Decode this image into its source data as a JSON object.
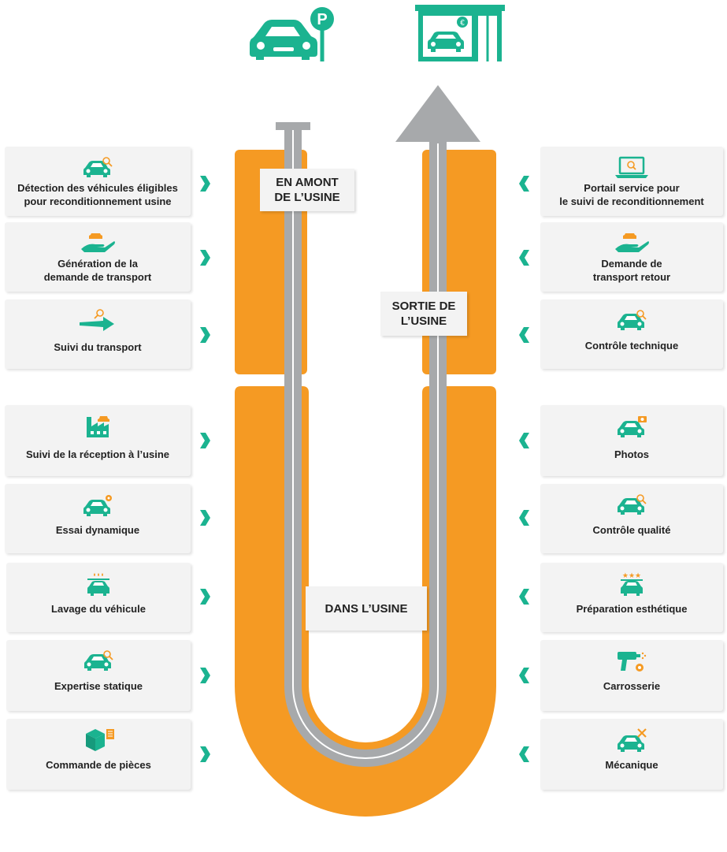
{
  "colors": {
    "teal": "#1bb390",
    "orange": "#f59a23",
    "gray": "#a7a9ab",
    "card": "#f3f3f3"
  },
  "top_icons": [
    "car-parking-icon",
    "car-dealership-icon"
  ],
  "stages": {
    "upstream": "EN AMONT\nDE L’USINE",
    "exit": "SORTIE DE\nL’USINE",
    "factory": "DANS L’USINE"
  },
  "left_steps": [
    {
      "label": "Détection des véhicules éligibles\npour reconditionnement usine",
      "icon": "car-search-icon"
    },
    {
      "label": "Génération de la\ndemande de transport",
      "icon": "hand-car-icon"
    },
    {
      "label": "Suivi du transport",
      "icon": "arrow-search-icon"
    },
    {
      "label": "Suivi de la réception à l’usine",
      "icon": "factory-car-icon"
    },
    {
      "label": "Essai dynamique",
      "icon": "car-gear-icon"
    },
    {
      "label": "Lavage du véhicule",
      "icon": "car-wash-icon"
    },
    {
      "label": "Expertise statique",
      "icon": "car-search-icon"
    },
    {
      "label": "Commande de pièces",
      "icon": "parts-box-icon"
    }
  ],
  "right_steps": [
    {
      "label": "Portail service pour\nle suivi de reconditionnement",
      "icon": "laptop-search-icon"
    },
    {
      "label": "Demande de\ntransport retour",
      "icon": "hand-car-icon"
    },
    {
      "label": "Contrôle technique",
      "icon": "car-search-icon"
    },
    {
      "label": "Photos",
      "icon": "car-camera-icon"
    },
    {
      "label": "Contrôle qualité",
      "icon": "car-search-icon"
    },
    {
      "label": "Préparation esthétique",
      "icon": "car-stars-icon"
    },
    {
      "label": "Carrosserie",
      "icon": "paint-gun-icon"
    },
    {
      "label": "Mécanique",
      "icon": "car-tools-icon"
    }
  ]
}
